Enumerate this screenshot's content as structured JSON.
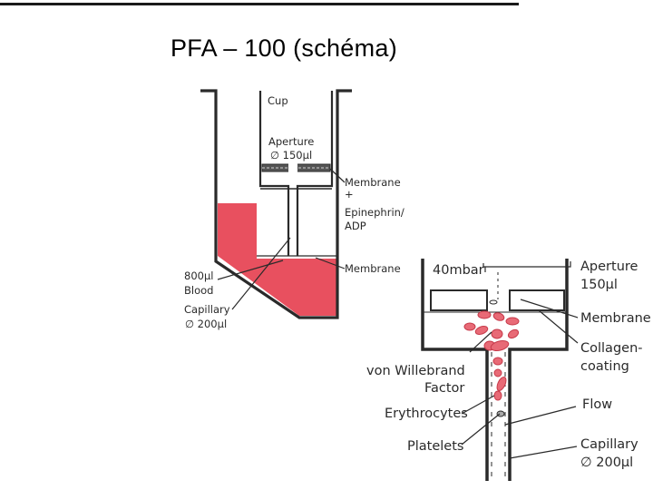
{
  "title": "PFA – 100 (schéma)",
  "diagram1": {
    "labels": {
      "cup": "Cup",
      "aperture_line1": "Aperture",
      "aperture_line2": "∅ 150µl",
      "membrane_line1": "Membrane",
      "membrane_line2": "+",
      "membrane_line3": "Epinephrin/",
      "membrane_line4": "ADP",
      "membrane2": "Membrane",
      "blood_line1": "800µl",
      "blood_line2": "Blood",
      "capillary_line1": "Capillary",
      "capillary_line2": "∅ 200µl"
    }
  },
  "diagram2": {
    "labels": {
      "pressure": "40mbar",
      "aperture_line1": "Aperture",
      "aperture_line2": "150µl",
      "membrane": "Membrane",
      "collagen_line1": "Collagen-",
      "collagen_line2": "coating",
      "vwf_line1": "von Willebrand",
      "vwf_line2": "Factor",
      "flow": "Flow",
      "erythrocytes": "Erythrocytes",
      "platelets": "Platelets",
      "capillary_line1": "Capillary",
      "capillary_line2": "∅ 200µl"
    }
  },
  "colors": {
    "blood": "#e8505f",
    "line": "#2a2a2a",
    "cell": "#e86a76"
  }
}
